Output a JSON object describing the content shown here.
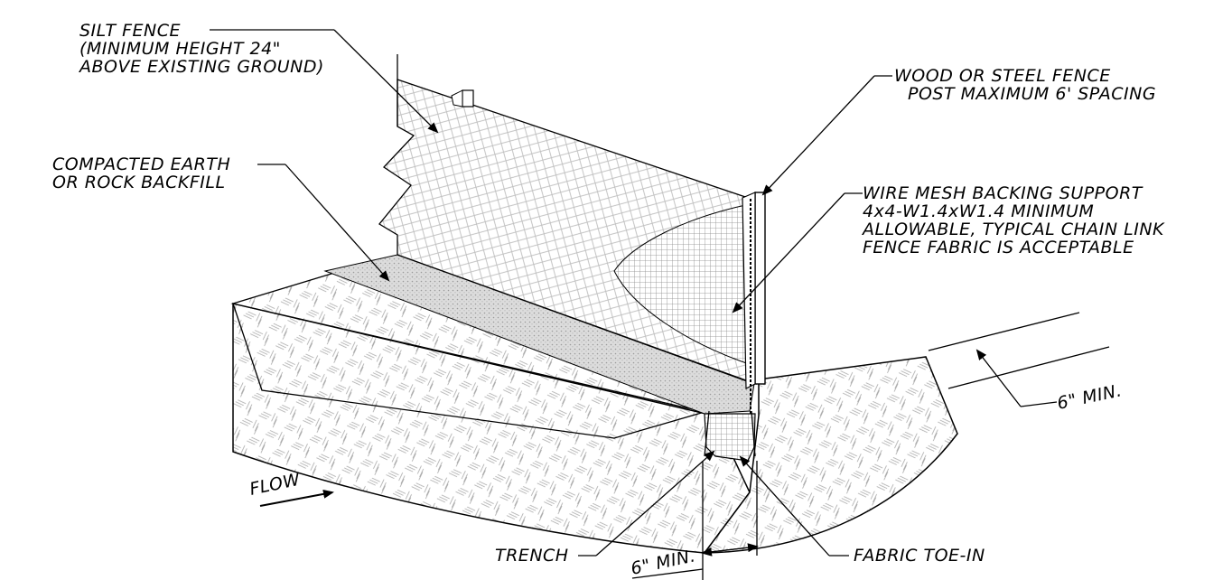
{
  "labels": {
    "silt_fence": [
      "SILT FENCE",
      "(MINIMUM HEIGHT 24\"",
      "ABOVE EXISTING GROUND)"
    ],
    "post": [
      "WOOD OR STEEL FENCE",
      "POST MAXIMUM 6' SPACING"
    ],
    "backfill": [
      "COMPACTED EARTH",
      "OR ROCK BACKFILL"
    ],
    "wire_mesh": [
      "WIRE MESH BACKING SUPPORT",
      "4x4-W1.4xW1.4 MINIMUM",
      "ALLOWABLE, TYPICAL CHAIN LINK",
      "FENCE FABRIC IS ACCEPTABLE"
    ],
    "depth_dim": "6\" MIN.",
    "width_dim": "6\" MIN.",
    "flow": "FLOW",
    "trench": "TRENCH",
    "toe_in": "FABRIC TOE-IN"
  }
}
